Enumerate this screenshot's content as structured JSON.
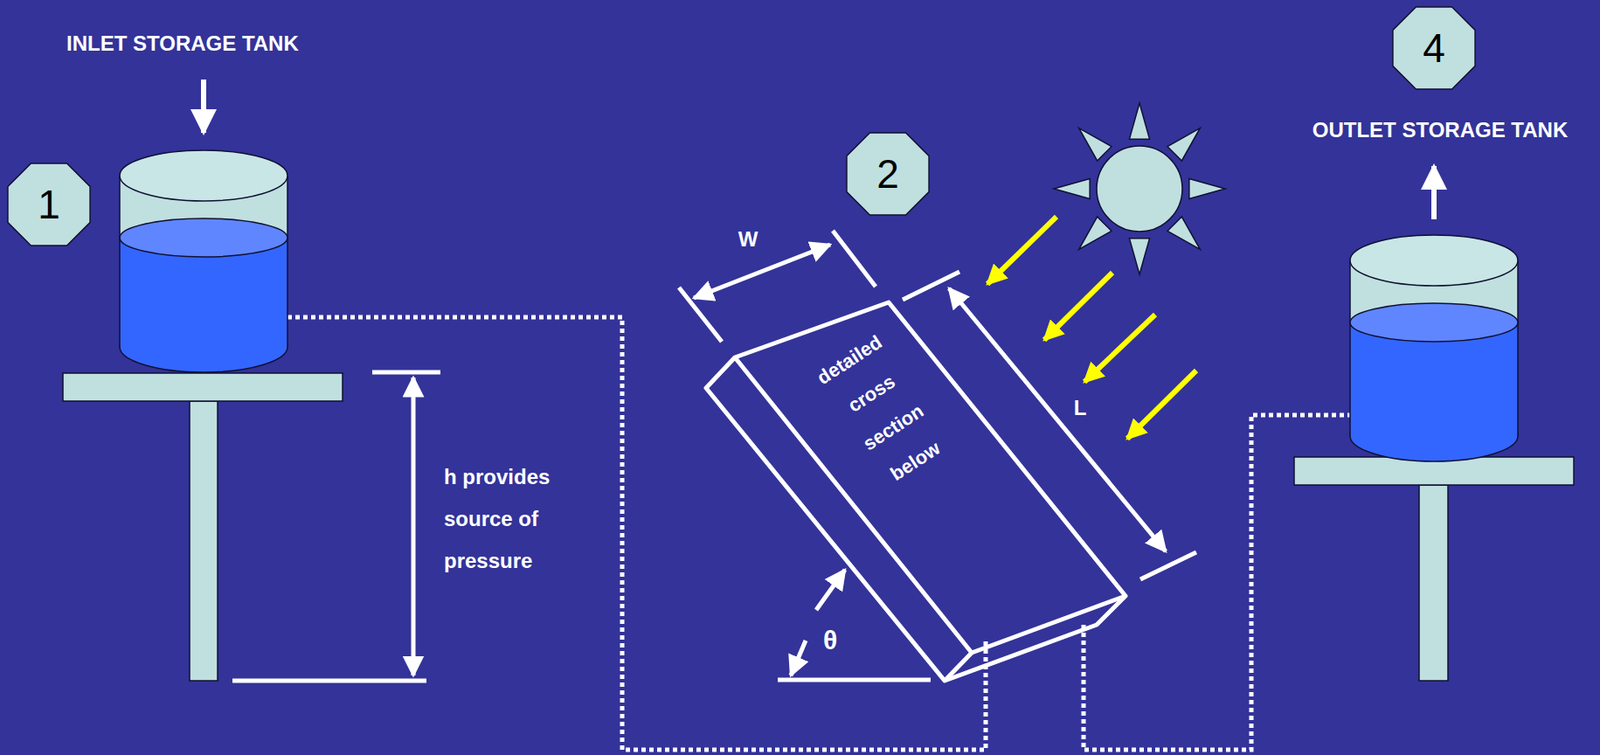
{
  "diagram": {
    "nodes": [
      {
        "text": [
          "1"
        ]
      },
      {
        "text": [
          "2"
        ]
      },
      {
        "text": [
          "4"
        ]
      },
      {
        "text": [
          "detailed cross section below"
        ]
      }
    ],
    "labels": [
      "INLET STORAGE TANK",
      "OUTLET STORAGE TANK",
      "h provides source of pressure",
      "W",
      "L",
      "θ"
    ]
  }
}
